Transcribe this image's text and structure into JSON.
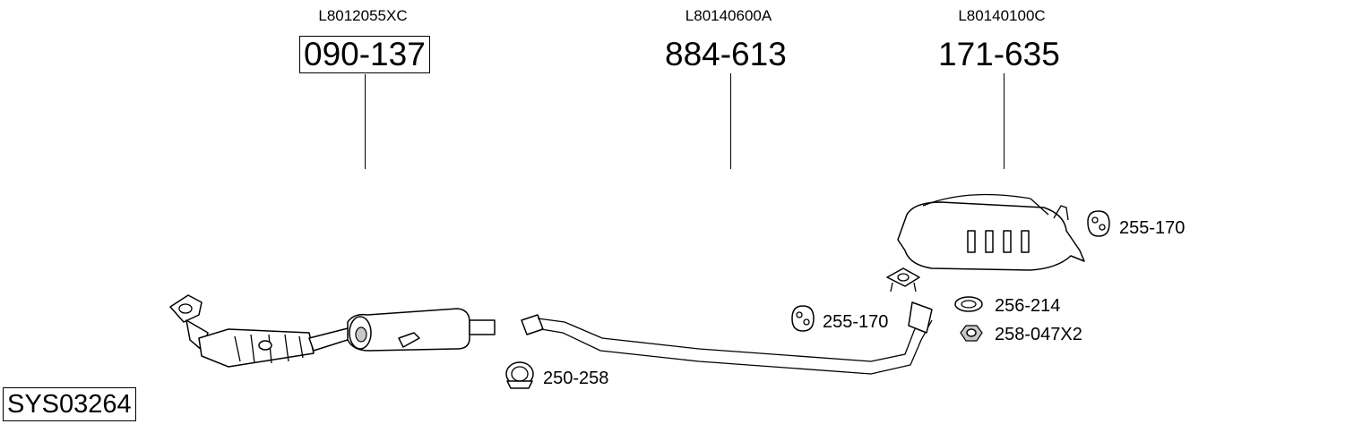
{
  "system_code": "SYS03264",
  "parts": [
    {
      "oe_ref": "L8012055XC",
      "part_no": "090-137",
      "boxed": true
    },
    {
      "oe_ref": "L80140600A",
      "part_no": "884-613",
      "boxed": false
    },
    {
      "oe_ref": "L80140100C",
      "part_no": "171-635",
      "boxed": false
    }
  ],
  "accessories": {
    "clamp": "250-258",
    "mount_front": "255-170",
    "mount_rear": "255-170",
    "gasket": "256-214",
    "nut": "258-047X2"
  }
}
